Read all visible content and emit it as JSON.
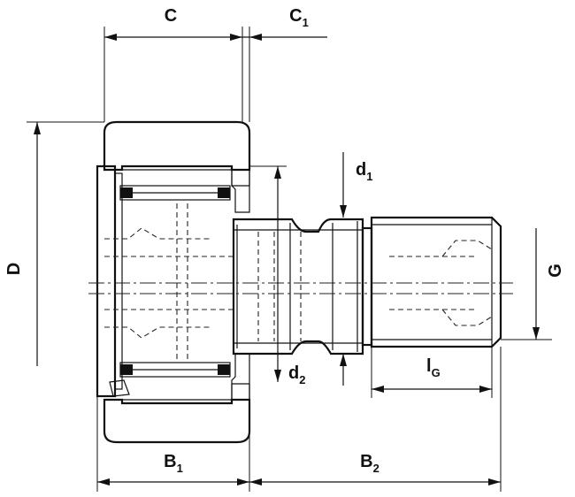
{
  "labels": {
    "C": "C",
    "C1_main": "C",
    "C1_sub": "1",
    "D": "D",
    "d1_main": "d",
    "d1_sub": "1",
    "d2_main": "d",
    "d2_sub": "2",
    "G": "G",
    "lG_main": "l",
    "lG_sub": "G",
    "B1_main": "B",
    "B1_sub": "1",
    "B2_main": "B",
    "B2_sub": "2"
  }
}
